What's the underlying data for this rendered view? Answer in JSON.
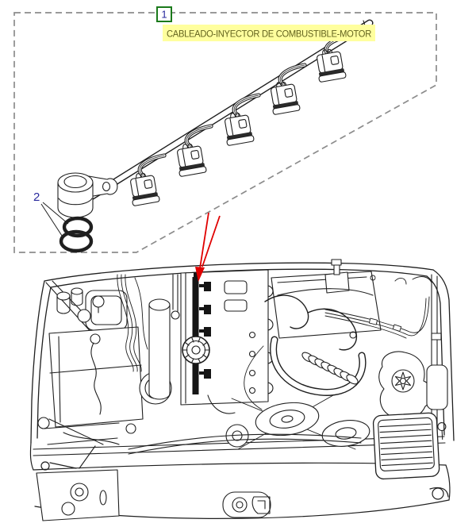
{
  "detail_panel": {
    "callout_1": "1",
    "callout_2": "2",
    "part_label": "CABLEADO-INYECTOR DE COMBUSTIBLE-MOTOR"
  },
  "colors": {
    "highlight": "#ffff9e",
    "label_text": "#63631f",
    "callout_text": "#2a2a9e",
    "callout_box_border": "#1b7a1b",
    "dashed_border": "#8c8c8c",
    "line_art": "#1f1f1f",
    "arrow": "#e00000",
    "background": "#ffffff"
  }
}
